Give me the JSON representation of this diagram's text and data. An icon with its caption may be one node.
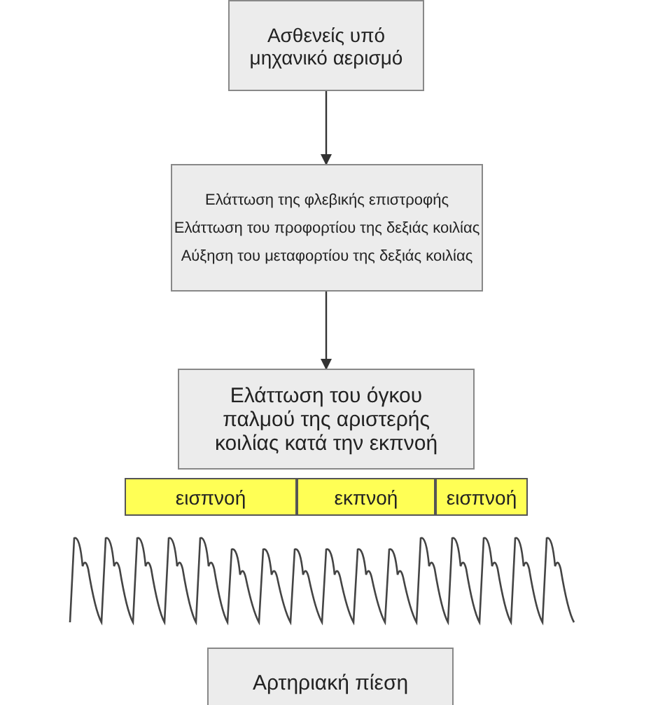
{
  "diagram": {
    "nodes": [
      {
        "text": [
          "Ασθενείς υπό μηχανικό αερισμό"
        ]
      },
      {
        "text": [
          "Ελάττωση της φλεβικής επιστροφής",
          "Ελάττωση του προφορτίου της δεξιάς κοιλίας",
          "Αύξηση του μεταφορτίου της δεξιάς κοιλίας"
        ]
      },
      {
        "text": [
          "Ελάττωση του όγκου παλμού της αριστερής κοιλίας κατά την εκπνοή"
        ]
      },
      {
        "text": [
          "εισπνοή"
        ]
      },
      {
        "text": [
          "εκπνοή"
        ]
      },
      {
        "text": [
          "εισπνοή"
        ]
      },
      {
        "text": [
          "Αρτηριακή πίεση"
        ]
      }
    ],
    "edges": [
      {
        "from": 0,
        "to": 1,
        "arrow": "to"
      },
      {
        "from": 1,
        "to": 2,
        "arrow": "to"
      }
    ]
  }
}
